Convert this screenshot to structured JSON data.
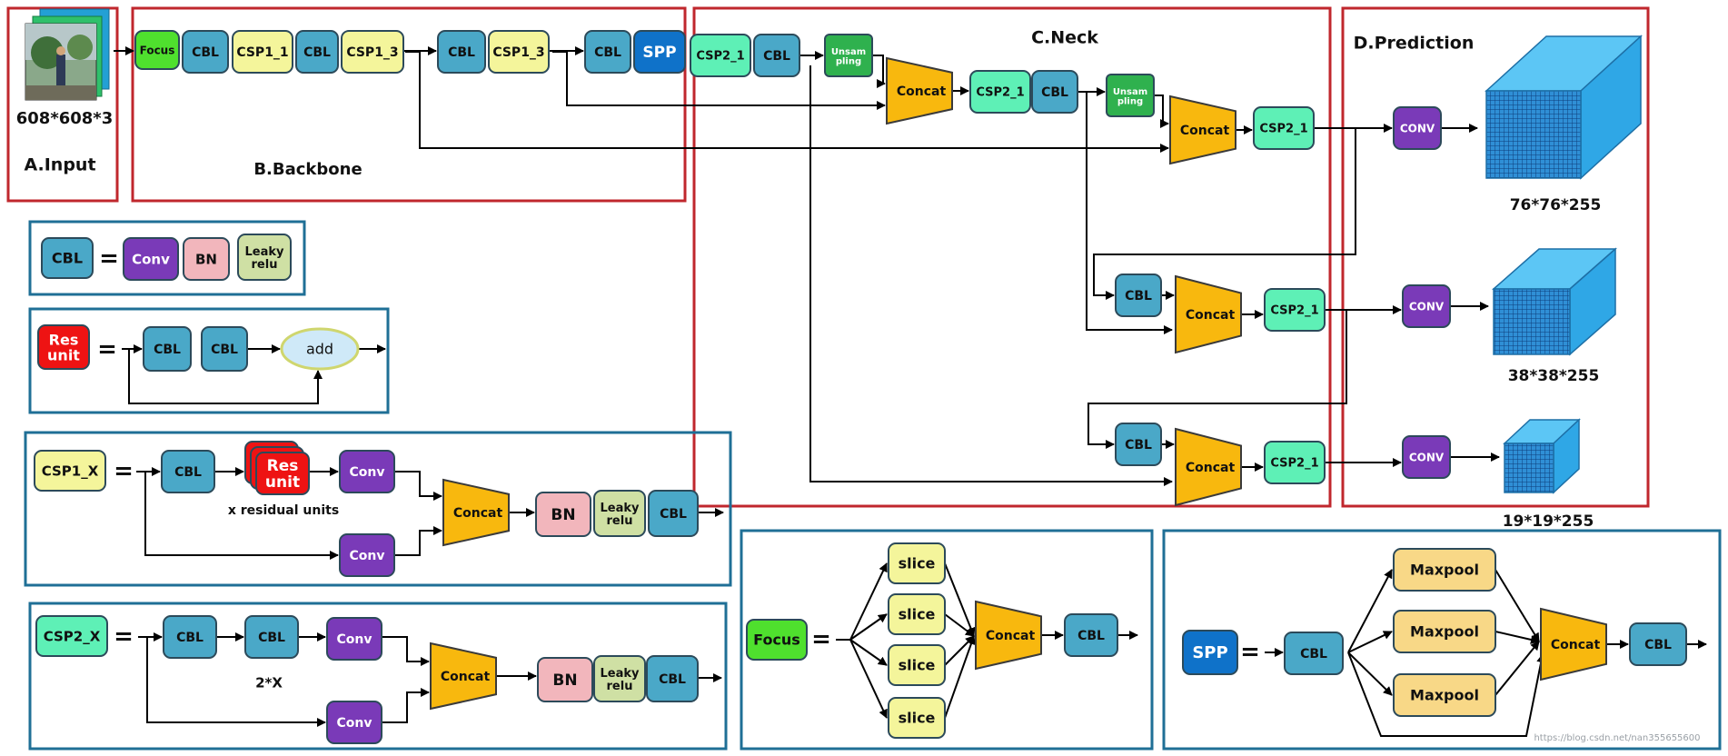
{
  "colors": {
    "cbl": "#4aa8c8",
    "csp1": "#f4f59b",
    "csp2": "#5ef0b6",
    "conv": "#7a3ab8",
    "bn": "#f2b6bc",
    "leaky": "#cfe0a4",
    "concat": "#f8b80e",
    "focus": "#4fe02e",
    "spp": "#0f72c9",
    "res": "#ee1313",
    "unsample": "#2fb14e",
    "slice": "#f4f59b",
    "maxpool": "#f8d887",
    "frame_red": "#c0272d",
    "frame_blue": "#1f6f96",
    "cube": "#2fa7e6"
  },
  "sections": {
    "input": "A.Input",
    "backbone": "B.Backbone",
    "neck": "C.Neck",
    "prediction": "D.Prediction"
  },
  "input_size": "608*608*3",
  "labels": {
    "focus": "Focus",
    "cbl": "CBL",
    "csp1_1": "CSP1_1",
    "csp1_3": "CSP1_3",
    "spp": "SPP",
    "csp2_1": "CSP2_1",
    "unsample": "Unsam\npling",
    "concat": "Concat",
    "conv_upper": "CONV",
    "conv": "Conv",
    "bn": "BN",
    "leaky": "Leaky\nrelu",
    "res_unit": "Res\nunit",
    "add": "add",
    "csp1_x": "CSP1_X",
    "csp2_x": "CSP2_X",
    "x_residual": "x residual units",
    "two_x": "2*X",
    "slice": "slice",
    "maxpool": "Maxpool",
    "equals": "="
  },
  "outputs": [
    "76*76*255",
    "38*38*255",
    "19*19*255"
  ],
  "watermark": "https://blog.csdn.net/nan355655600"
}
